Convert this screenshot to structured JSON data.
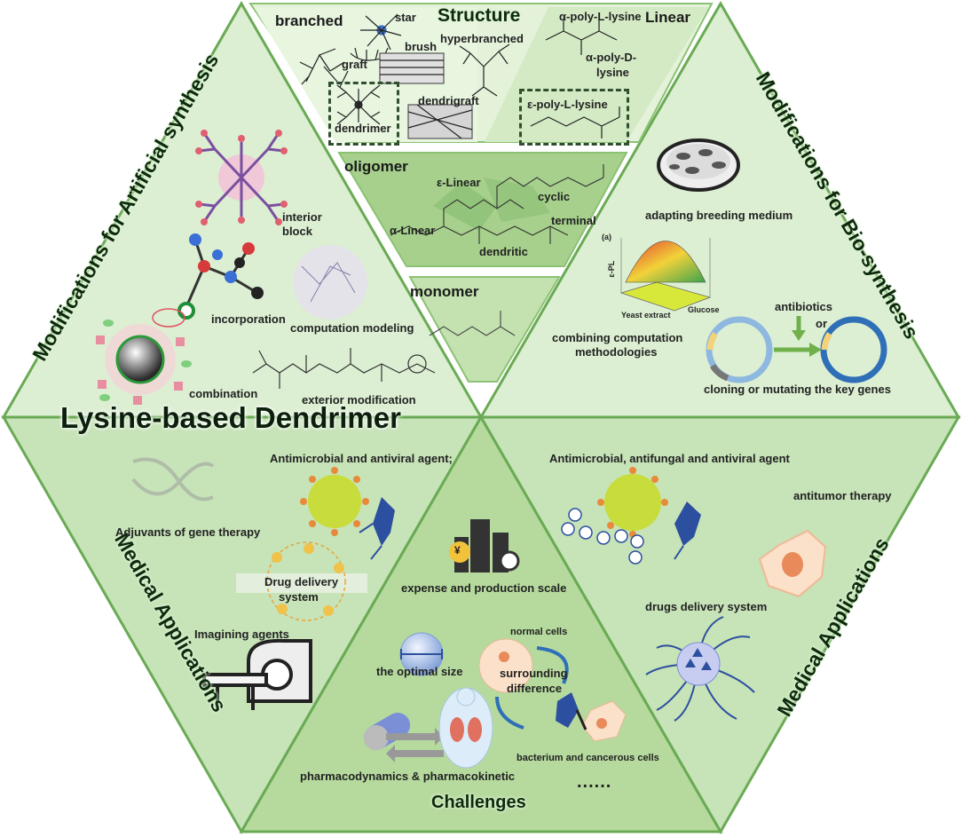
{
  "title": "Lysine-based Dendrimer",
  "sections": {
    "structure": {
      "heading": "Structure",
      "branched": "branched",
      "star": "star",
      "graft": "graft",
      "brush": "brush",
      "hyperbranched": "hyperbranched",
      "dendrimer": "dendrimer",
      "dendrigraft": "dendrigraft",
      "linear": "Linear",
      "alpha_l": "α-poly-L-lysine",
      "alpha_d_1": "α-poly-D-",
      "alpha_d_2": "lysine",
      "epsilon_l": "ε-poly-L-lysine",
      "oligomer": "oligomer",
      "e_linear": "ε-Linear",
      "a_linear": "α-Linear",
      "cyclic": "cyclic",
      "terminal": "terminal",
      "dendritic": "dendritic",
      "monomer": "monomer"
    },
    "artificial": {
      "heading": "Modifications for Artificial synthesis",
      "interior_1": "interior",
      "interior_2": "block",
      "incorporation": "incorporation",
      "computation_modeling": "computation modeling",
      "combination": "combination",
      "exterior_modification": "exterior modification"
    },
    "bio": {
      "heading": "Modifications for Bio-synthesis",
      "adapting": "adapting breeding medium",
      "combining_1": "combining  computation",
      "combining_2": "methodologies",
      "antibiotics": "antibiotics",
      "or": "or",
      "cloning": "cloning or mutating the key genes",
      "plot_y": "ε-PL",
      "plot_x1": "Yeast extract",
      "plot_x2": "Glucose",
      "plot_tag": "(a)"
    },
    "medical_left": {
      "heading": "Medical Applications",
      "antimicrobial": "Antimicrobial and antiviral agent;",
      "gene": "Adjuvants of gene therapy",
      "drug_1": "Drug delivery",
      "drug_2": "system",
      "imaging": "Imagining agents"
    },
    "challenges": {
      "heading": "Challenges",
      "expense": "expense and production scale",
      "optimal": "the optimal size",
      "normal": "normal cells",
      "surround_1": "surrounding",
      "surround_2": "difference",
      "pharma": "pharmacodynamics & pharmacokinetic",
      "bacterium": "bacterium and cancerous cells",
      "ellipsis": "......",
      "currency": "¥"
    },
    "medical_right": {
      "heading": "Medical Applications",
      "antimicrobial": "Antimicrobial, antifungal and antiviral agent",
      "antitumor": "antitumor therapy",
      "drugs": "drugs delivery system"
    }
  },
  "colors": {
    "light_panel": "#dcefd2",
    "mid_panel": "#c7e3b8",
    "dark_panel": "#a8d190",
    "border": "#6aaa55",
    "virus": "#b8d83a",
    "bacteria": "#2c4fa0"
  }
}
